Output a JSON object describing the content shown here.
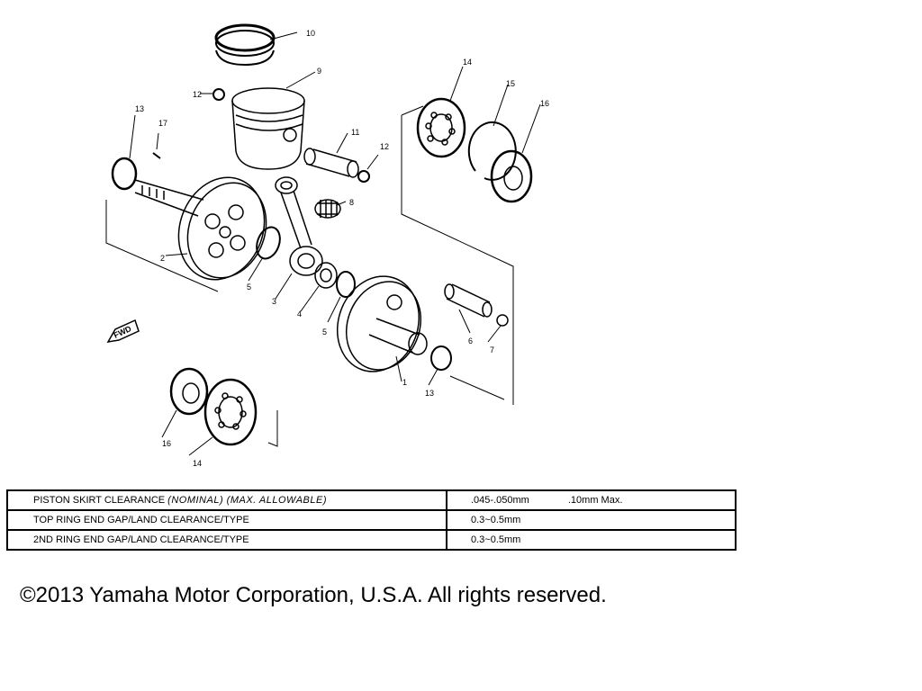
{
  "diagram": {
    "callouts": [
      "1",
      "2",
      "3",
      "4",
      "5",
      "5",
      "6",
      "7",
      "8",
      "9",
      "10",
      "11",
      "12",
      "12",
      "13",
      "13",
      "14",
      "14",
      "15",
      "16",
      "16",
      "17"
    ],
    "fwd_label": "FWD"
  },
  "spec_table": {
    "rows": [
      {
        "label": "PISTON SKIRT CLEARANCE",
        "label_italic": "(NOMINAL) (MAX. ALLOWABLE)",
        "value": ".045-.050mm",
        "value_max": ".10mm Max."
      },
      {
        "label": "TOP RING END GAP/LAND CLEARANCE/TYPE",
        "label_italic": "",
        "value": "0.3~0.5mm",
        "value_max": ""
      },
      {
        "label": "2ND RING END GAP/LAND CLEARANCE/TYPE",
        "label_italic": "",
        "value": "0.3~0.5mm",
        "value_max": ""
      }
    ]
  },
  "copyright": "©2013 Yamaha Motor Corporation, U.S.A. All rights reserved."
}
